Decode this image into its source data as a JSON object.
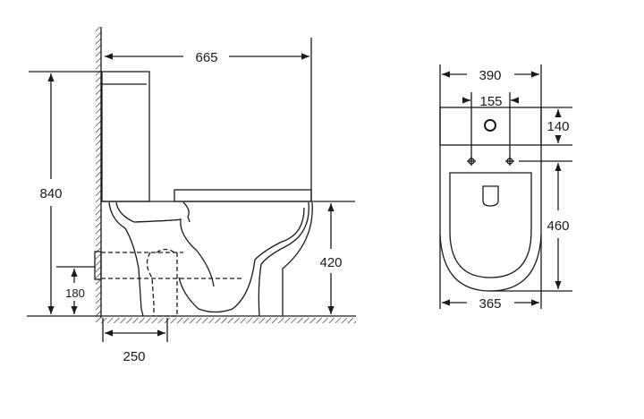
{
  "side_view": {
    "depth": "665",
    "height": "840",
    "seat_height": "420",
    "outlet_height": "180",
    "outlet_distance": "250"
  },
  "top_view": {
    "tank_width": "390",
    "fixing_spacing": "155",
    "tank_depth": "140",
    "bowl_length": "460",
    "bowl_width": "365"
  },
  "colors": {
    "line": "#1a1a1a",
    "background": "#ffffff"
  }
}
